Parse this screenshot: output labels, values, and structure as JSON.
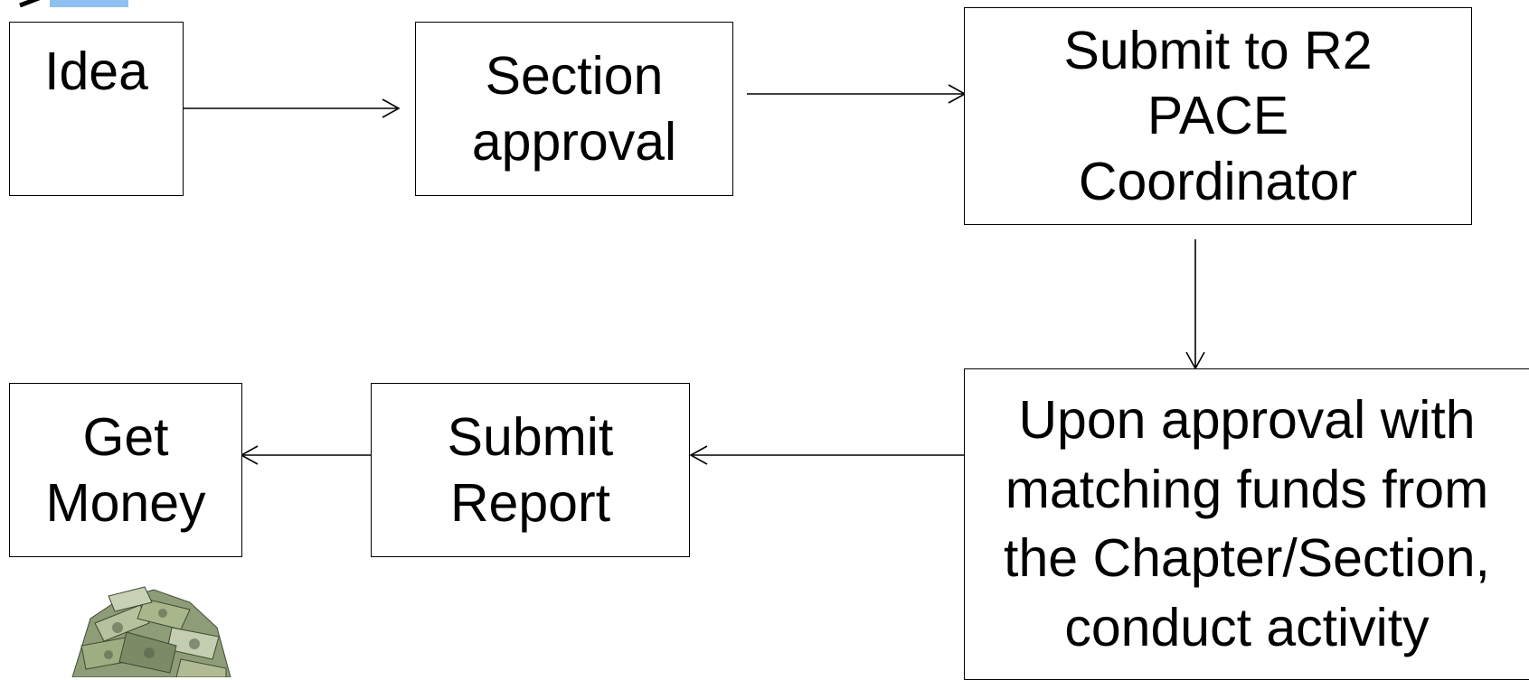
{
  "diagram": {
    "nodes": {
      "idea": {
        "label": "Idea"
      },
      "section_approval": {
        "label": "Section approval"
      },
      "submit_coordinator": {
        "label": "Submit to R2 PACE Coordinator"
      },
      "conduct_activity": {
        "label": "Upon approval with matching funds from the Chapter/Section, conduct activity"
      },
      "submit_report": {
        "label": "Submit Report"
      },
      "get_money": {
        "label": "Get Money"
      }
    },
    "edges": [
      {
        "from": "idea",
        "to": "section_approval"
      },
      {
        "from": "section_approval",
        "to": "submit_coordinator"
      },
      {
        "from": "submit_coordinator",
        "to": "conduct_activity"
      },
      {
        "from": "conduct_activity",
        "to": "submit_report"
      },
      {
        "from": "submit_report",
        "to": "get_money"
      }
    ],
    "line_color": "#000000",
    "accent_color": "#8ec1f1",
    "image_icon": "money-pile"
  }
}
